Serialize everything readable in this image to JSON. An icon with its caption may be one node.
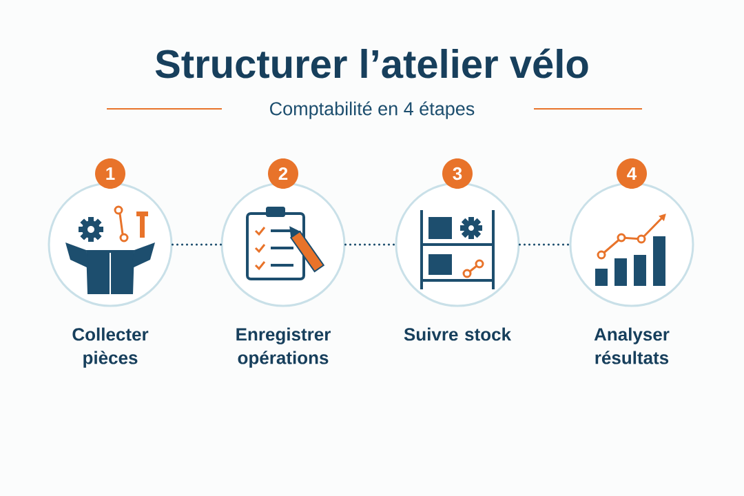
{
  "diagram": {
    "title": "Structurer l’atelier vélo",
    "nodes": [
      {
        "text": [
          "1",
          "Collecter pièces"
        ]
      },
      {
        "text": [
          "2",
          "Enregistrer opérations"
        ]
      },
      {
        "text": [
          "3",
          "Suivre stock"
        ]
      },
      {
        "text": [
          "4",
          "Analyser résultats"
        ]
      }
    ],
    "edges": [
      {
        "from": 0,
        "to": 1,
        "arrow": "none",
        "style": "dashed"
      },
      {
        "from": 1,
        "to": 2,
        "arrow": "none",
        "style": "dashed"
      },
      {
        "from": 2,
        "to": 3,
        "arrow": "none",
        "style": "dashed"
      }
    ],
    "labels": [
      "Comptabilité en 4 étapes"
    ]
  }
}
